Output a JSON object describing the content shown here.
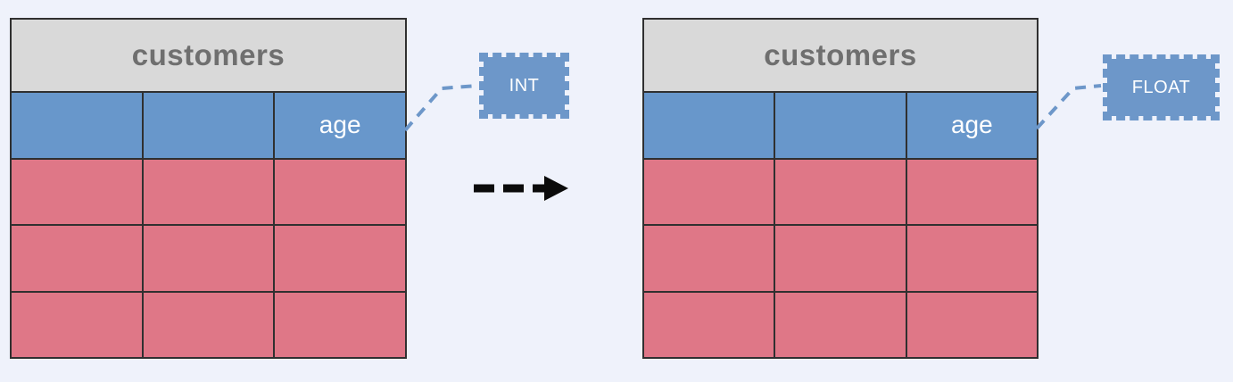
{
  "before": {
    "table_title": "customers",
    "highlighted_column": "age",
    "type_label": "INT"
  },
  "after": {
    "table_title": "customers",
    "highlighted_column": "age",
    "type_label": "FLOAT"
  },
  "structure": {
    "columns": 3,
    "data_rows": 3,
    "arrow_style": "dashed-right"
  },
  "colors": {
    "background": "#eff2fb",
    "table_header_bg": "#d9d9d9",
    "table_header_text": "#6f6f6f",
    "column_row_bg": "#6897cb",
    "data_row_bg": "#df7787",
    "grid_line": "#303030",
    "badge": "#6d97c9",
    "connector": "#6d97c9",
    "arrow": "#0b0b0b",
    "highlight_text": "#ffffff"
  }
}
